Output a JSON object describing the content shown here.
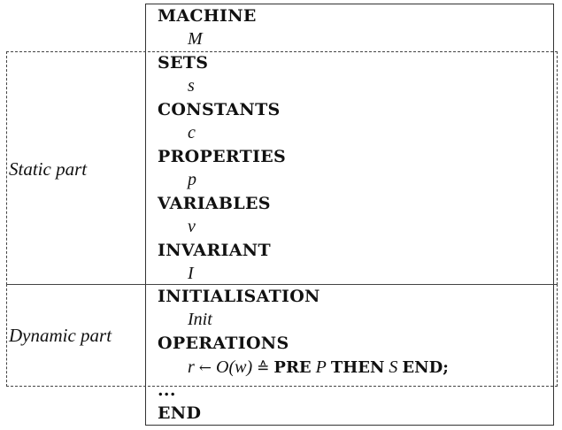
{
  "machine": {
    "machine_kw": "MACHINE",
    "machine_val": "M",
    "sets_kw": "SETS",
    "sets_val": "s",
    "constants_kw": "CONSTANTS",
    "constants_val": "c",
    "properties_kw": "PROPERTIES",
    "properties_val": "p",
    "variables_kw": "VARIABLES",
    "variables_val": "v",
    "invariant_kw": "INVARIANT",
    "invariant_val": "I",
    "initialisation_kw": "INITIALISATION",
    "initialisation_val": "Init",
    "operations_kw": "OPERATIONS",
    "ellipsis": "...",
    "end_kw": "END"
  },
  "operation": {
    "result": "r",
    "arrow": "←",
    "name": "O(w)",
    "defeq": "≙",
    "pre_kw": "PRE",
    "pre_val": "P",
    "then_kw": "THEN",
    "then_val": "S",
    "end_kw": "END;"
  },
  "parts": {
    "static_label": "Static part",
    "dynamic_label": "Dynamic part"
  }
}
